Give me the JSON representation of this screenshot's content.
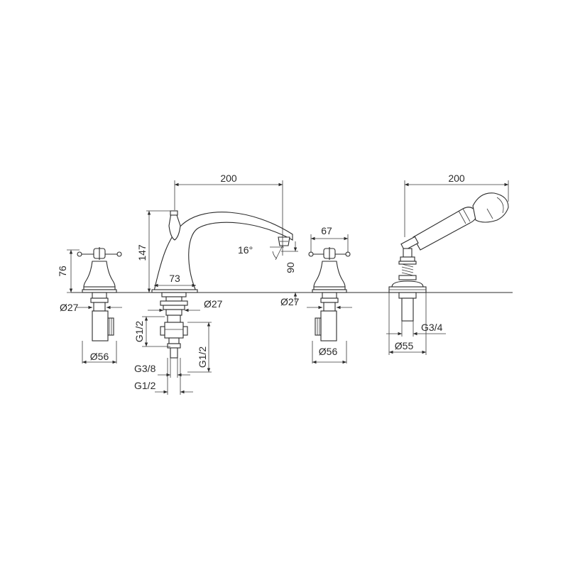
{
  "dimensions": {
    "spout_reach": "200",
    "spout_height": "147",
    "spout_angle": "16°",
    "spout_outlet_height": "90",
    "spout_base_width": "73",
    "spout_shank_diameter": "Ø27",
    "spout_inlet_thread": "G1/2",
    "spout_outlet_thread_side": "G1/2",
    "spout_outlet_thread_small": "G3/8",
    "spout_outlet_thread_bottom": "G1/2",
    "left_valve_height": "76",
    "left_valve_shank_diameter": "Ø27",
    "left_valve_flange_diameter": "Ø56",
    "right_valve_handle_width": "67",
    "right_valve_shank_diameter": "Ø27",
    "right_valve_flange_diameter": "Ø56",
    "hand_shower_length": "200",
    "hand_shower_thread": "G3/4",
    "hand_shower_flange_diameter": "Ø55"
  }
}
